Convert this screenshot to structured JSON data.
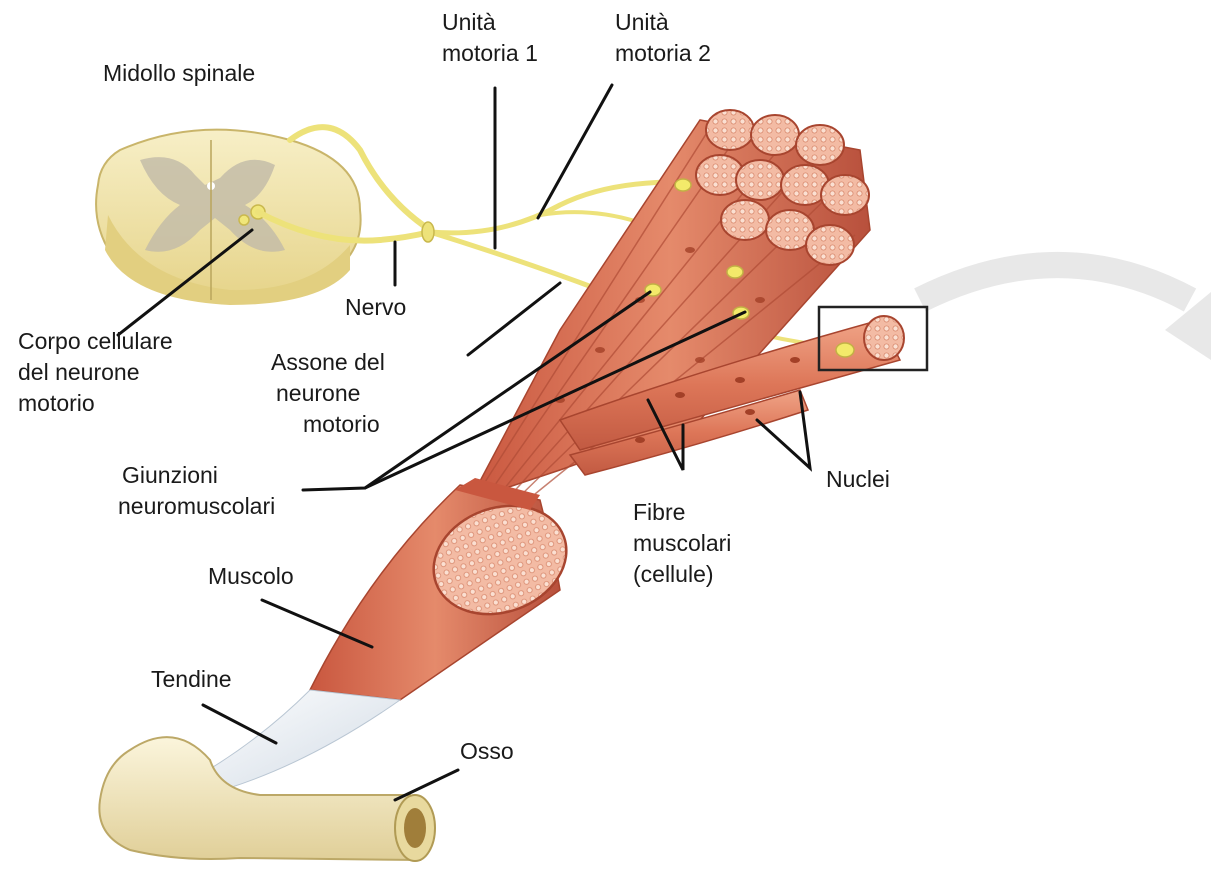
{
  "labels": {
    "midollo": "Midollo spinale",
    "unita1": [
      "Unità",
      "motoria 1"
    ],
    "unita2": [
      "Unità",
      "motoria 2"
    ],
    "nervo": "Nervo",
    "corpo": [
      "Corpo cellulare",
      "del neurone",
      "motorio"
    ],
    "assone": [
      "Assone del",
      "neurone",
      "motorio"
    ],
    "giunzioni": [
      "Giunzioni",
      "neuromuscolari"
    ],
    "fibre": [
      "Fibre",
      "muscolari",
      "(cellule)"
    ],
    "nuclei": "Nuclei",
    "muscolo": "Muscolo",
    "tendine": "Tendine",
    "osso": "Osso"
  },
  "colors": {
    "cord": "#f3e9b6",
    "cord_grey": "#c7bfa8",
    "nerve": "#ede27a",
    "muscle": "#de7a5e",
    "muscle_dark": "#b8503c",
    "muscle_light": "#f2b197",
    "bone": "#f4ebc7",
    "tendon": "#e4ebf2",
    "leader": "#111111",
    "arrow": "#e6e6e6"
  }
}
